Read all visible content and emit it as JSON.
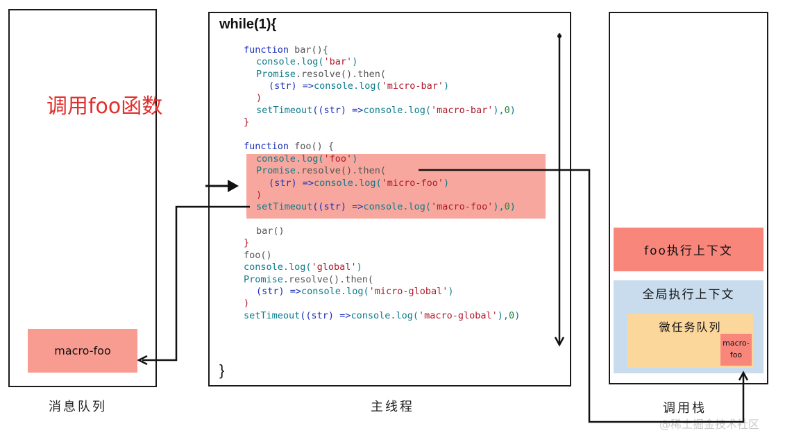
{
  "labels": {
    "message_queue": "消息队列",
    "main_thread": "主线程",
    "call_stack": "调用栈",
    "call_title": "调用foo函数"
  },
  "queue": {
    "item": "macro-foo"
  },
  "main": {
    "while": "while(1){",
    "close": "}",
    "code": [
      [
        "function ",
        "bar",
        "(){"
      ],
      [
        "console",
        ".log(",
        "'bar'",
        ")"
      ],
      [
        "Promise",
        ".resolve().then("
      ],
      [
        "(str) =>",
        "console",
        ".log(",
        "'micro-bar'",
        ")"
      ],
      [
        ")"
      ],
      [
        "setTimeout",
        "((str) =>",
        "console",
        ".log(",
        "'macro-bar'",
        "),",
        "0",
        ")"
      ],
      [
        "}"
      ],
      [
        "function ",
        "foo",
        "() {"
      ],
      [
        "console",
        ".log(",
        "'foo'",
        ")"
      ],
      [
        "Promise",
        ".resolve().then("
      ],
      [
        "(str) =>",
        "console",
        ".log(",
        "'micro-foo'",
        ")"
      ],
      [
        ")"
      ],
      [
        "setTimeout",
        "((str) =>",
        "console",
        ".log(",
        "'macro-foo'",
        "),",
        "0",
        ")"
      ],
      [
        "bar()"
      ],
      [
        "}"
      ],
      [
        "foo()"
      ],
      [
        "console",
        ".log(",
        "'global'",
        ")"
      ],
      [
        "Promise",
        ".resolve().then("
      ],
      [
        "(str) =>",
        "console",
        ".log(",
        "'micro-global'",
        ")"
      ],
      [
        ")"
      ],
      [
        "setTimeout",
        "((str) =>",
        "console",
        ".log(",
        "'macro-global'",
        "),",
        "0",
        ")"
      ]
    ]
  },
  "stack": {
    "foo_context": "foo执行上下文",
    "global_context": "全局执行上下文",
    "microtask_queue": "微任务队列",
    "micro_item_line1": "macro-",
    "micro_item_line2": "foo"
  },
  "watermark": "@稀土掘金技术社区",
  "colors": {
    "highlight": "#f7a79d",
    "macro_box": "#f89c92",
    "foo_ctx": "#f8867b",
    "global_ctx": "#c8dced",
    "microtask": "#fcd79b",
    "title_red": "#e0302d"
  }
}
